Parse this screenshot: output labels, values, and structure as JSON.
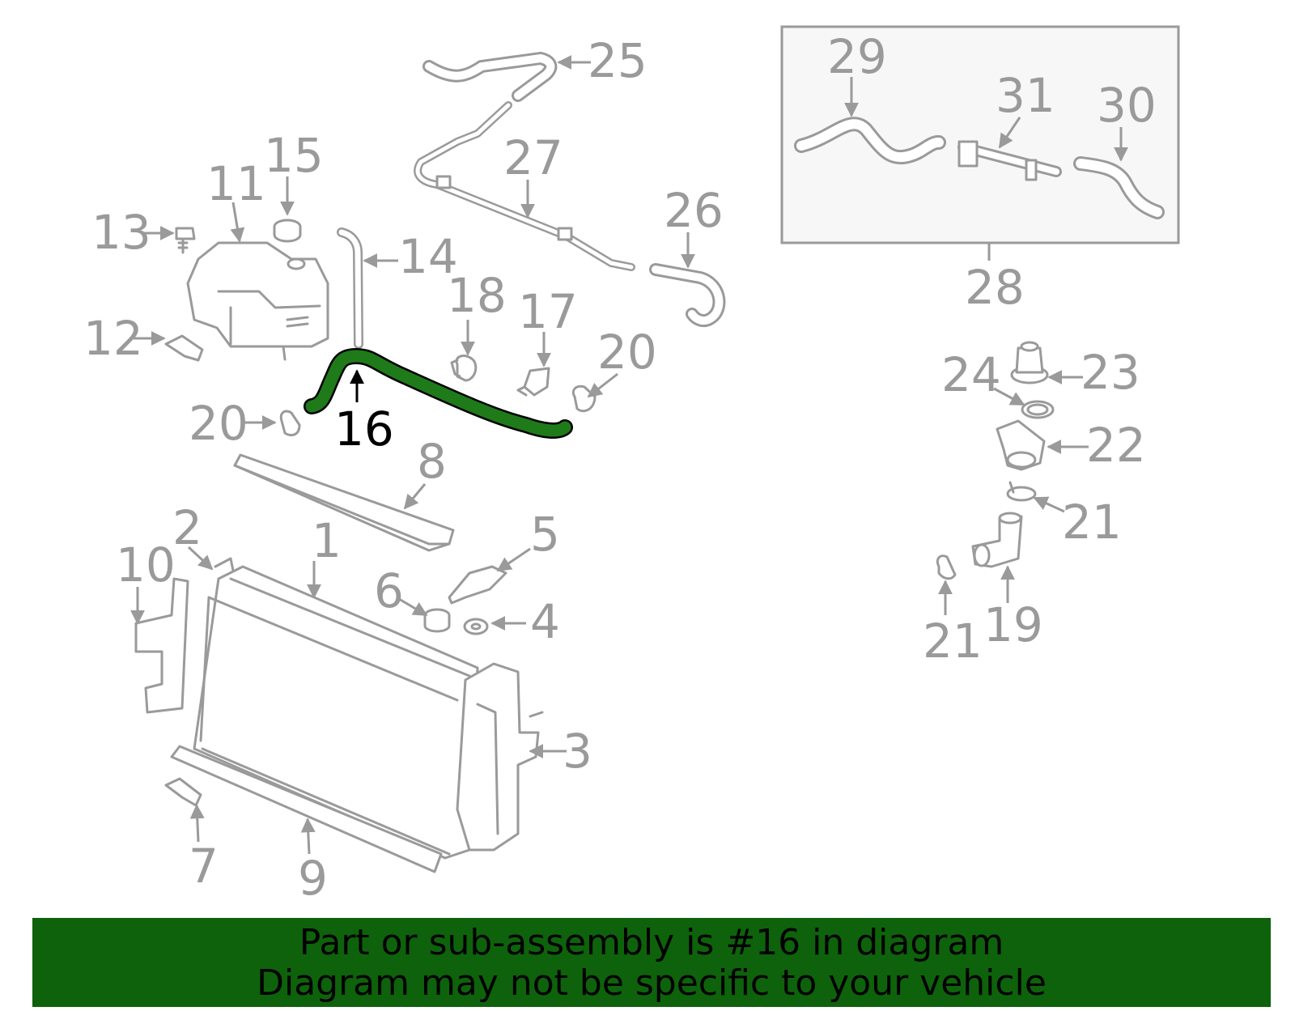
{
  "diagram": {
    "highlighted_part": "16",
    "highlight_color": "#1f7a1a",
    "callouts": {
      "c1": "1",
      "c2": "2",
      "c3": "3",
      "c4": "4",
      "c5": "5",
      "c6": "6",
      "c7": "7",
      "c8": "8",
      "c9": "9",
      "c10": "10",
      "c11": "11",
      "c12": "12",
      "c13": "13",
      "c14": "14",
      "c15": "15",
      "c16": "16",
      "c17": "17",
      "c18": "18",
      "c19": "19",
      "c20a": "20",
      "c20b": "20",
      "c21a": "21",
      "c21b": "21",
      "c22": "22",
      "c23": "23",
      "c24": "24",
      "c25": "25",
      "c26": "26",
      "c27": "27",
      "c28": "28",
      "c29": "29",
      "c30": "30",
      "c31": "31"
    }
  },
  "banner": {
    "line1": "Part or sub-assembly is #16 in diagram",
    "line2": "Diagram may not be specific to your vehicle",
    "background": "#0e620b"
  }
}
